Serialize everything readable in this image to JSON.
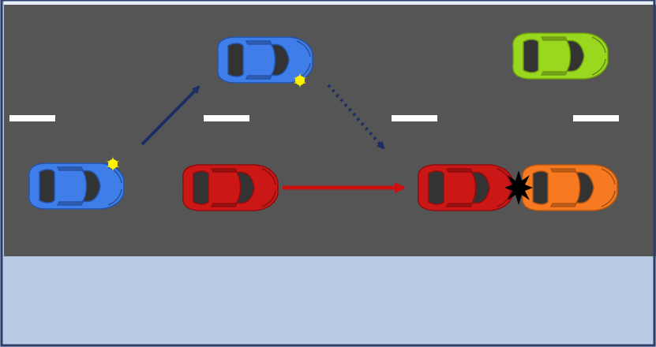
{
  "scene": {
    "title": "",
    "colors": {
      "background": "#b9cbe3",
      "road": "#555555",
      "lane_marking": "#ffffff",
      "frame_border": "#2a3f6a",
      "car_blue": "#3f7ee8",
      "car_red": "#cc1717",
      "car_orange": "#f77a22",
      "car_green": "#9ad81f",
      "blinker": "#fff200",
      "arrow_blue": "#1c2e63",
      "arrow_red": "#cc1010",
      "impact": "#000000"
    },
    "cars": [
      {
        "id": "car-blue-start",
        "color": "blue",
        "state": "signaling left before lane change",
        "blinker": true
      },
      {
        "id": "car-blue-passing",
        "color": "blue",
        "state": "in left lane, signaling to return",
        "blinker": true
      },
      {
        "id": "car-red-start",
        "color": "red",
        "state": "original position"
      },
      {
        "id": "car-red-end",
        "color": "red",
        "state": "rear-ends orange car"
      },
      {
        "id": "car-orange",
        "color": "orange",
        "state": "struck from behind"
      },
      {
        "id": "car-green",
        "color": "green",
        "state": "left lane, ahead"
      }
    ],
    "arrows": [
      {
        "id": "lane-change-out",
        "style": "solid",
        "color": "blue"
      },
      {
        "id": "lane-change-back",
        "style": "dotted",
        "color": "blue"
      },
      {
        "id": "red-car-path",
        "style": "solid",
        "color": "red"
      }
    ],
    "icons": [
      "blinker-icon",
      "impact-icon"
    ]
  }
}
